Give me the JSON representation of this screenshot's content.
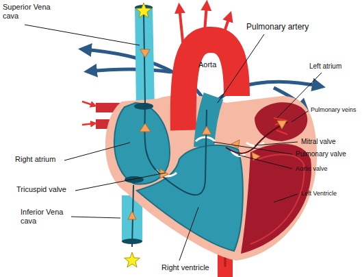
{
  "diagram": {
    "labels": [
      "Superior Vena cava",
      "Pulmonary artery",
      "Aorta",
      "Left atrium",
      "Pulmonary veins",
      "Mitral valve",
      "Pulmonary valve",
      "Aortic valve",
      "Left Ventricle",
      "Right atrium",
      "Tricuspid valve",
      "Inferior Vena cava",
      "Right ventricle"
    ]
  }
}
